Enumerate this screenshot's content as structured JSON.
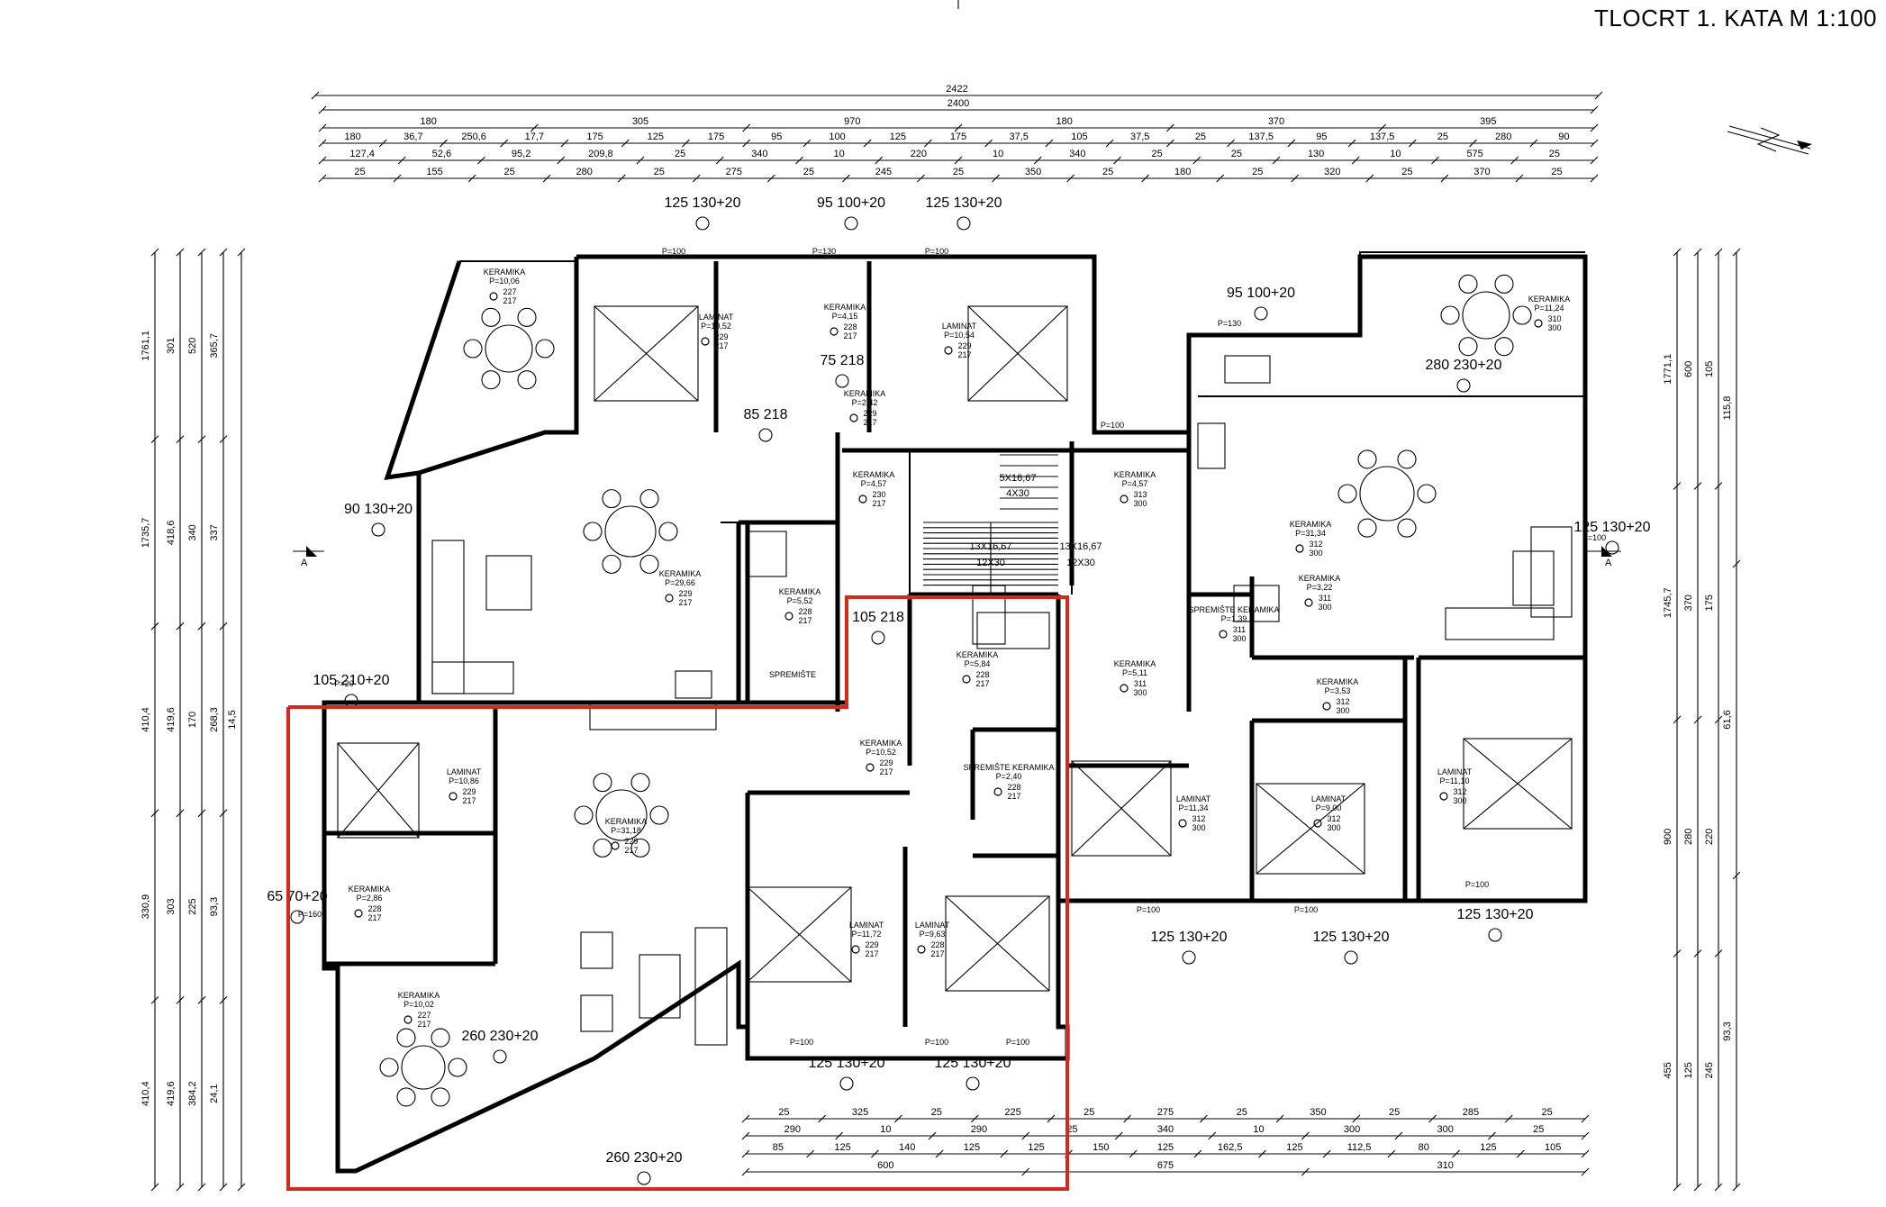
{
  "title": "TLOCRT 1. KATA  M 1:100",
  "top_dimensions": {
    "row1": [
      "2422"
    ],
    "row2": [
      "2400"
    ],
    "row3": [
      "180",
      "305",
      "970",
      "180",
      "370",
      "395"
    ],
    "row4": [
      "180",
      "36,7",
      "250,6",
      "17,7",
      "175",
      "125",
      "175",
      "95",
      "100",
      "125",
      "175",
      "37,5",
      "105",
      "37,5",
      "25",
      "137,5",
      "95",
      "137,5",
      "25",
      "280",
      "90"
    ],
    "row5": [
      "127,4",
      "52,6",
      "95,2",
      "209,8",
      "25",
      "340",
      "10",
      "220",
      "10",
      "340",
      "25",
      "25",
      "130",
      "10",
      "575",
      "25"
    ],
    "row6": [
      "25",
      "155",
      "25",
      "280",
      "25",
      "275",
      "25",
      "245",
      "25",
      "350",
      "25",
      "180",
      "25",
      "320",
      "25",
      "370",
      "25"
    ]
  },
  "bottom_dimensions": {
    "row1": [
      "25",
      "325",
      "25",
      "225",
      "25",
      "275",
      "25",
      "350",
      "25",
      "285",
      "25"
    ],
    "row2": [
      "290",
      "10",
      "290",
      "25",
      "340",
      "10",
      "300",
      "300",
      "25"
    ],
    "row3": [
      "85",
      "125",
      "140",
      "125",
      "125",
      "150",
      "125",
      "162,5",
      "125",
      "112,5",
      "80",
      "125",
      "105"
    ],
    "row4": [
      "600",
      "675",
      "310"
    ]
  },
  "left_dimensions": [
    "1761,1",
    "1735,7",
    "410,4",
    "330,9",
    "410,4",
    "301",
    "418,6",
    "419,6",
    "303",
    "419,6",
    "520",
    "340",
    "170",
    "225",
    "384,2",
    "365,7",
    "337",
    "268,3",
    "93,3",
    "24,1",
    "14,5"
  ],
  "right_dimensions": [
    "1771,1",
    "1745,7",
    "900",
    "455",
    "600",
    "370",
    "280",
    "125",
    "105",
    "175",
    "220",
    "245",
    "115,8",
    "61,6",
    "93,3"
  ],
  "rooms": [
    {
      "name": "KERAMIKA",
      "area": "P=10,06",
      "h1": "227",
      "h2": "217"
    },
    {
      "name": "LAMINAT",
      "area": "P=10,52",
      "h1": "229",
      "h2": "217"
    },
    {
      "name": "KERAMIKA",
      "area": "P=4,15",
      "h1": "228",
      "h2": "217"
    },
    {
      "name": "LAMINAT",
      "area": "P=10,54",
      "h1": "229",
      "h2": "217"
    },
    {
      "name": "KERAMIKA",
      "area": "P=2,42",
      "h1": "229",
      "h2": "217"
    },
    {
      "name": "KERAMIKA",
      "area": "P=4,57",
      "h1": "230",
      "h2": "217"
    },
    {
      "name": "KERAMIKA",
      "area": "P=4,57",
      "h1": "313",
      "h2": "300"
    },
    {
      "name": "KERAMIKA",
      "area": "P=29,66",
      "h1": "229",
      "h2": "217"
    },
    {
      "name": "KERAMIKA",
      "area": "P=5,52",
      "h1": "228",
      "h2": "217"
    },
    {
      "name": "SPREMIŠTE",
      "area": "",
      "h1": "",
      "h2": ""
    },
    {
      "name": "KERAMIKA",
      "area": "P=5,84",
      "h1": "228",
      "h2": "217"
    },
    {
      "name": "KERAMIKA",
      "area": "P=11,24",
      "h1": "310",
      "h2": "300"
    },
    {
      "name": "KERAMIKA",
      "area": "P=31,34",
      "h1": "312",
      "h2": "300"
    },
    {
      "name": "KERAMIKA",
      "area": "P=3,22",
      "h1": "311",
      "h2": "300"
    },
    {
      "name": "SPREMIŠTE KERAMIKA",
      "area": "P=1,39",
      "h1": "311",
      "h2": "300"
    },
    {
      "name": "KERAMIKA",
      "area": "P=5,11",
      "h1": "311",
      "h2": "300"
    },
    {
      "name": "KERAMIKA",
      "area": "P=3,53",
      "h1": "312",
      "h2": "300"
    },
    {
      "name": "LAMINAT",
      "area": "P=10,86",
      "h1": "229",
      "h2": "217"
    },
    {
      "name": "KERAMIKA",
      "area": "P=31,18",
      "h1": "229",
      "h2": "217"
    },
    {
      "name": "KERAMIKA",
      "area": "P=10,52",
      "h1": "229",
      "h2": "217"
    },
    {
      "name": "SPREMIŠTE KERAMIKA",
      "area": "P=2,40",
      "h1": "228",
      "h2": "217"
    },
    {
      "name": "KERAMIKA",
      "area": "P=2,86",
      "h1": "228",
      "h2": "217"
    },
    {
      "name": "LAMINAT",
      "area": "P=11,72",
      "h1": "229",
      "h2": "217"
    },
    {
      "name": "LAMINAT",
      "area": "P=9,63",
      "h1": "228",
      "h2": "217"
    },
    {
      "name": "LAMINAT",
      "area": "P=11,34",
      "h1": "312",
      "h2": "300"
    },
    {
      "name": "LAMINAT",
      "area": "P=9,00",
      "h1": "312",
      "h2": "300"
    },
    {
      "name": "LAMINAT",
      "area": "P=11,10",
      "h1": "312",
      "h2": "300"
    },
    {
      "name": "KERAMIKA",
      "area": "P=10,02",
      "h1": "227",
      "h2": "217"
    }
  ],
  "openings": [
    "125 130+20",
    "95 100+20",
    "125 130+20",
    "95 100+20",
    "90 130+20",
    "105 210+20",
    "125 130+20",
    "125 130+20",
    "125 130+20",
    "125 130+20",
    "125 130+20",
    "125 130+20",
    "65 70+20",
    "260 230+20",
    "260 230+20",
    "280 230+20",
    "85 218",
    "75 218",
    "105 218"
  ],
  "stair_labels": [
    "5X16,67",
    "4X30",
    "13X16,67",
    "12X30",
    "13X16,67",
    "12X30"
  ],
  "sill_labels": [
    "P=100",
    "P=130",
    "P=100",
    "P=130",
    "P=100",
    "P=20",
    "P=160",
    "P=100",
    "P=100",
    "P=100",
    "P=100",
    "P=100",
    "P=100",
    "P=100"
  ],
  "section_markers": [
    "A",
    "A"
  ],
  "highlight_color": "#d42a1e"
}
